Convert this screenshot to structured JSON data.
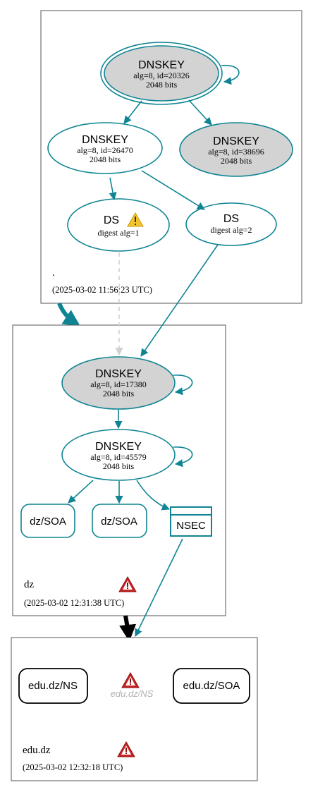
{
  "clusters": {
    "root": {
      "name": ".",
      "timestamp": "(2025-03-02 11:56:23 UTC)",
      "ksk": {
        "title": "DNSKEY",
        "line1": "alg=8, id=20326",
        "line2": "2048 bits"
      },
      "zsk": {
        "title": "DNSKEY",
        "line1": "alg=8, id=26470",
        "line2": "2048 bits"
      },
      "key3": {
        "title": "DNSKEY",
        "line1": "alg=8, id=38696",
        "line2": "2048 bits"
      },
      "ds1": {
        "title": "DS",
        "line1": "digest alg=1"
      },
      "ds2": {
        "title": "DS",
        "line1": "digest alg=2"
      }
    },
    "dz": {
      "name": "dz",
      "timestamp": "(2025-03-02 12:31:38 UTC)",
      "ksk": {
        "title": "DNSKEY",
        "line1": "alg=8, id=17380",
        "line2": "2048 bits"
      },
      "zsk": {
        "title": "DNSKEY",
        "line1": "alg=8, id=45579",
        "line2": "2048 bits"
      },
      "soa1": "dz/SOA",
      "soa2": "dz/SOA",
      "nsec": "NSEC"
    },
    "edu": {
      "name": "edu.dz",
      "timestamp": "(2025-03-02 12:32:18 UTC)",
      "ns": "edu.dz/NS",
      "ns_ghost": "edu.dz/NS",
      "soa": "edu.dz/SOA"
    }
  },
  "colors": {
    "edge": "#0f8593",
    "node_fill_grey": "#d3d3d3",
    "warning_yellow": "#f4c430",
    "error_red": "#cc2222"
  }
}
